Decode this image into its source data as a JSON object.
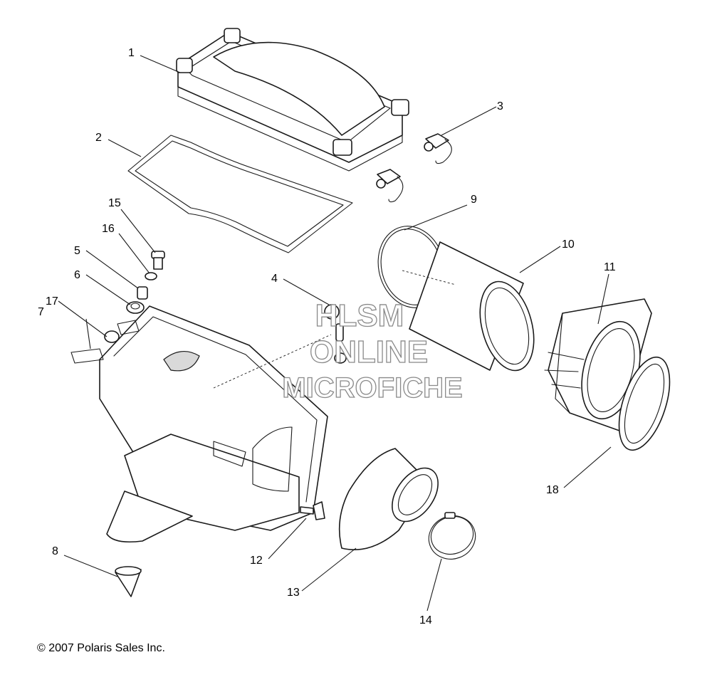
{
  "callouts": [
    "1",
    "2",
    "3",
    "4",
    "5",
    "6",
    "7",
    "8",
    "9",
    "10",
    "11",
    "12",
    "13",
    "14",
    "15",
    "16",
    "17",
    "18"
  ],
  "watermark": {
    "line1": "HLSM",
    "line2": "ONLINE",
    "line3": "MICROFICHE"
  },
  "copyright": "© 2007 Polaris Sales Inc."
}
